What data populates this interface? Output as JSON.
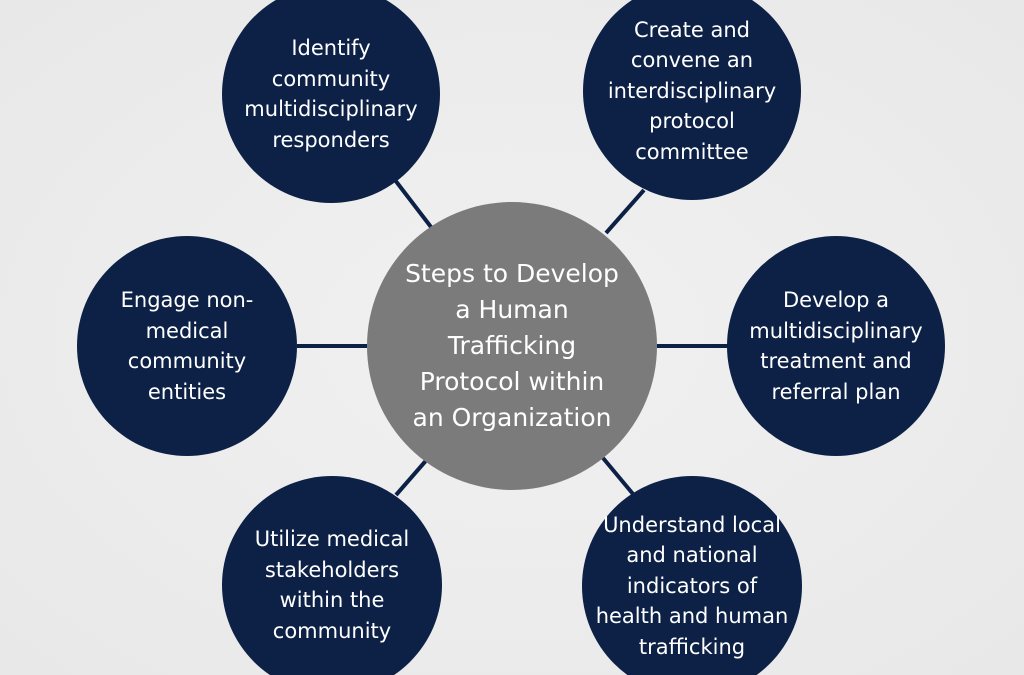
{
  "colors": {
    "background": "#ececec",
    "outer_node": "#0d2147",
    "center_node": "#7b7b7b",
    "connector": "#0d2147",
    "text": "#ffffff"
  },
  "center": {
    "label": "Steps to Develop\na Human\nTrafficking\nProtocol within\nan Organization"
  },
  "steps": [
    {
      "label": "Identify\ncommunity\nmultidisciplinary\nresponders"
    },
    {
      "label": "Create and\nconvene an\ninterdisciplinary\nprotocol\ncommittee"
    },
    {
      "label": "Develop a\nmultidisciplinary\ntreatment and\nreferral plan"
    },
    {
      "label": "Understand local\nand national\nindicators of\nhealth and human\ntrafficking"
    },
    {
      "label": "Utilize medical\nstakeholders\nwithin the\ncommunity"
    },
    {
      "label": "Engage non-\nmedical\ncommunity\nentities"
    }
  ]
}
